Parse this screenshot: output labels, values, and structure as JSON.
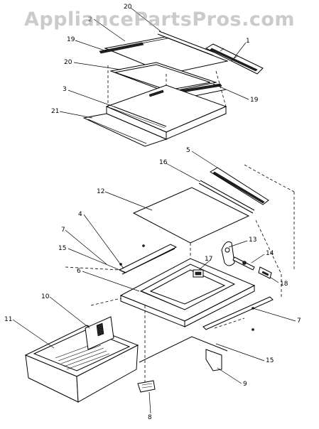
{
  "watermark": "AppliancePartsPros.com",
  "callouts": {
    "c20a": "20",
    "c2": "2",
    "c19a": "19",
    "c1": "1",
    "c20b": "20",
    "c3": "3",
    "c19b": "19",
    "c21": "21",
    "c5": "5",
    "c16": "16",
    "c12": "12",
    "c4": "4",
    "c7a": "7",
    "c13": "13",
    "c15a": "15",
    "c14": "14",
    "c17": "17",
    "c6": "6",
    "c18": "18",
    "c10": "10",
    "c11": "11",
    "c7b": "7",
    "c15b": "15",
    "c9": "9",
    "c8": "8"
  }
}
